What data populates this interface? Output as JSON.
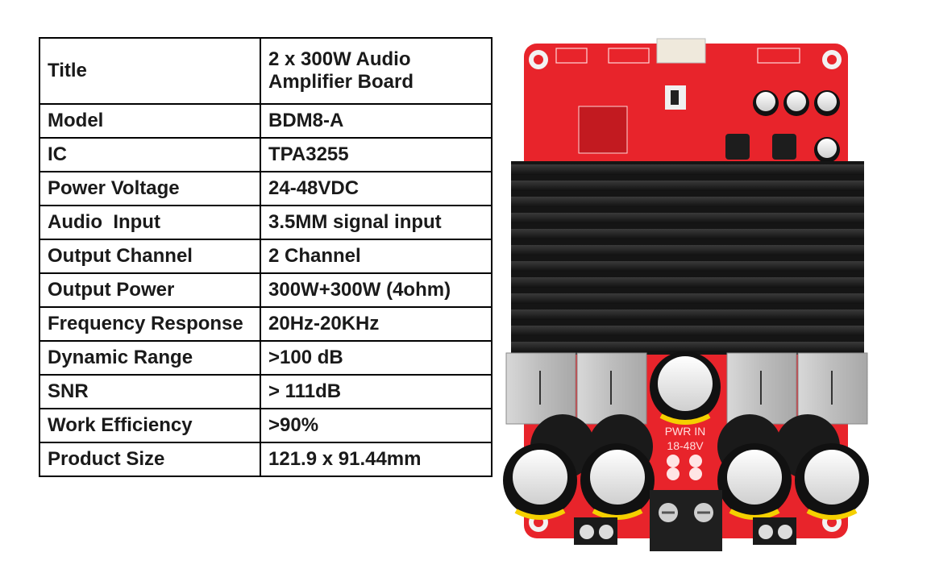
{
  "spec_table": {
    "rows": [
      {
        "key": "Title",
        "value": " 2 x 300W Audio Amplifier Board"
      },
      {
        "key": "Model",
        "value": "BDM8-A"
      },
      {
        "key": "IC",
        "value": "TPA3255"
      },
      {
        "key": "Power Voltage",
        "value": "24-48VDC"
      },
      {
        "key": "Audio  Input",
        "value": "3.5MM signal input"
      },
      {
        "key": "Output Channel",
        "value": "2 Channel"
      },
      {
        "key": "Output Power",
        "value": "300W+300W (4ohm)"
      },
      {
        "key": "Frequency Response",
        "value": "20Hz-20KHz"
      },
      {
        "key": "Dynamic Range",
        "value": ">100 dB"
      },
      {
        "key": "SNR",
        "value": "> 111dB"
      },
      {
        "key": "Work Efficiency",
        "value": ">90%"
      },
      {
        "key": "Product Size",
        "value": "121.9 x 91.44mm"
      }
    ]
  },
  "board": {
    "pcb_color": "#e8242b",
    "heatsink_color": "#1c1c1c",
    "silk_power_label": "PWR IN",
    "silk_voltage_label": "18-48V",
    "silk_polarity": "+ -"
  }
}
